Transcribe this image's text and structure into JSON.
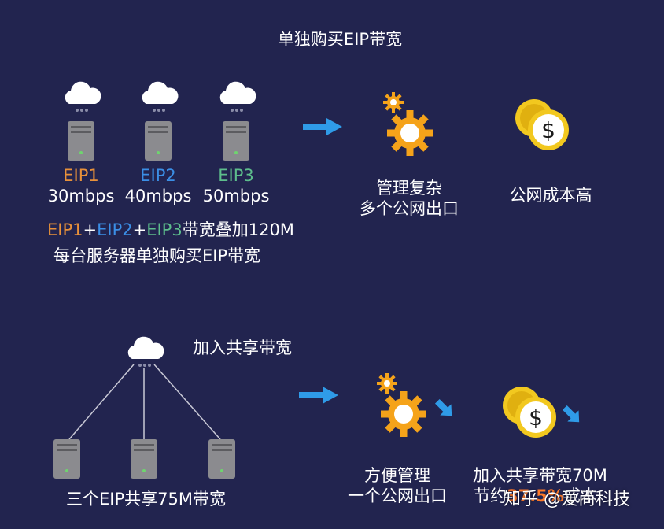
{
  "colors": {
    "background": "#22244f",
    "eip1": "#e8913a",
    "eip2": "#3b8fe6",
    "eip3": "#5dbd8c",
    "arrow": "#2f9be8",
    "gear": "#f5a31a",
    "coin": "#f2c81f",
    "highlight": "#ff7a2a"
  },
  "top": {
    "title": "单独购买EIP带宽",
    "servers": [
      {
        "name": "EIP1",
        "bw": "30mbps"
      },
      {
        "name": "EIP2",
        "bw": "40mbps"
      },
      {
        "name": "EIP3",
        "bw": "50mbps"
      }
    ],
    "sum_line": {
      "eip1": "EIP1",
      "plus1": "+",
      "eip2": "EIP2",
      "plus2": "+",
      "eip3": "EIP3",
      "rest": "带宽叠加120M"
    },
    "caption": "每台服务器单独购买EIP带宽",
    "mgmt_line1": "管理复杂",
    "mgmt_line2": "多个公网出口",
    "cost": "公网成本高"
  },
  "bottom": {
    "title": "加入共享带宽",
    "caption": "三个EIP共享75M带宽",
    "mgmt_line1": "方便管理",
    "mgmt_line2": "一个公网出口",
    "cost_line1": "加入共享带宽70M",
    "cost_line2_prefix": "节约",
    "cost_line2_highlight": "37.5%",
    "cost_line2_suffix": "成本"
  },
  "watermark": "知乎 @爱尚科技"
}
